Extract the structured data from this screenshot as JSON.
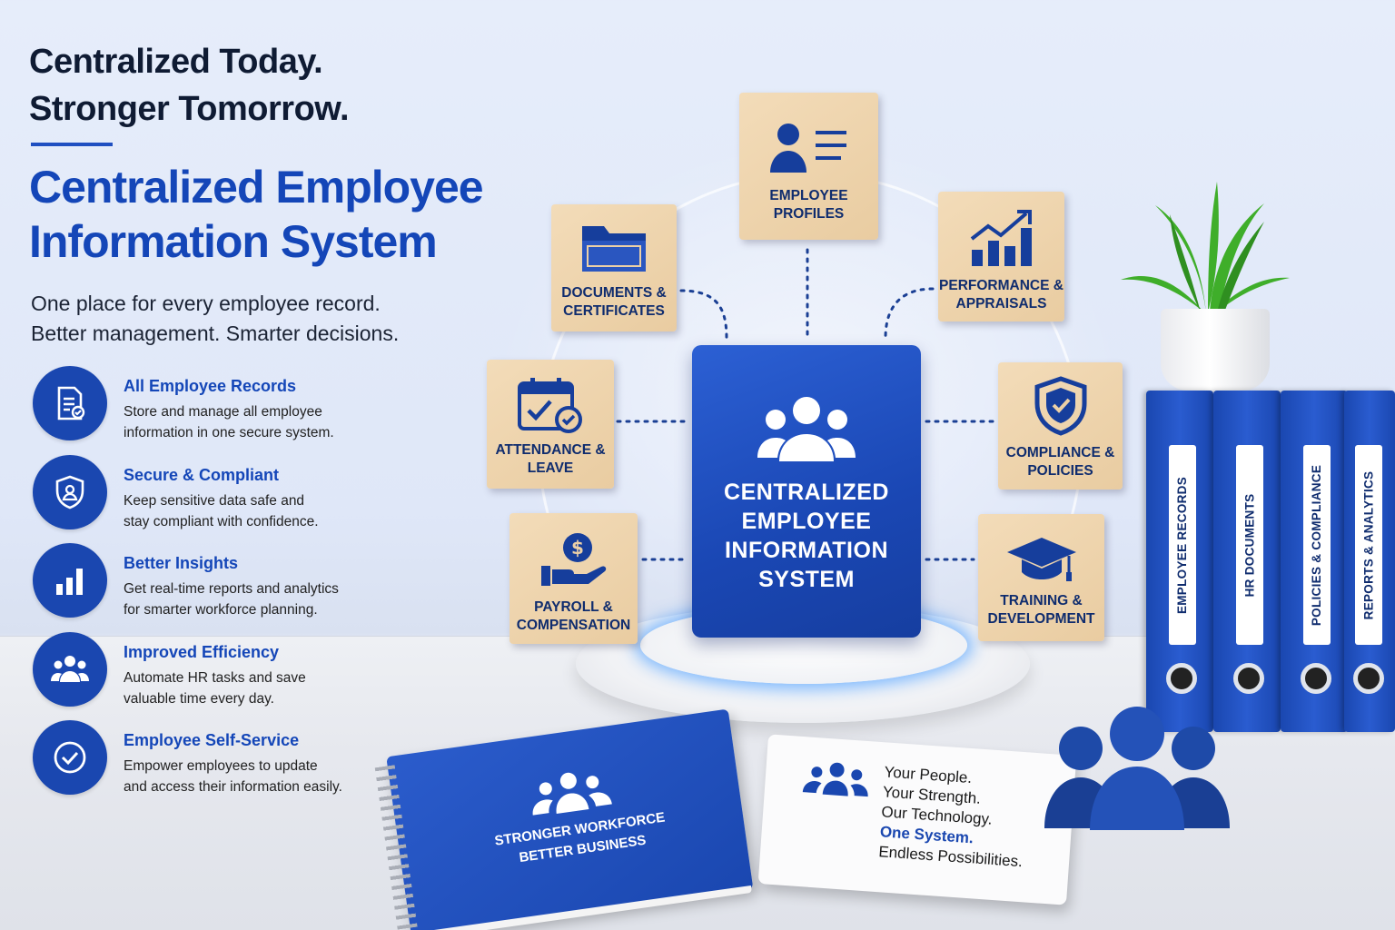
{
  "hero": {
    "headline_1": "Centralized Today.",
    "headline_2": "Stronger Tomorrow.",
    "title_1": "Centralized Employee",
    "title_2": "Information System",
    "subtitle_1": "One place for every employee record.",
    "subtitle_2": "Better management. Smarter decisions."
  },
  "features": [
    {
      "icon": "document-check-icon",
      "title": "All Employee Records",
      "desc_1": "Store and manage all employee",
      "desc_2": "information in one secure system."
    },
    {
      "icon": "shield-user-icon",
      "title": "Secure & Compliant",
      "desc_1": "Keep sensitive data safe and",
      "desc_2": "stay compliant with confidence."
    },
    {
      "icon": "bar-chart-icon",
      "title": "Better Insights",
      "desc_1": "Get real-time reports and analytics",
      "desc_2": "for smarter workforce planning."
    },
    {
      "icon": "team-icon",
      "title": "Improved Efficiency",
      "desc_1": "Automate HR tasks and save",
      "desc_2": "valuable time every day."
    },
    {
      "icon": "check-circle-icon",
      "title": "Employee Self-Service",
      "desc_1": "Empower employees to update",
      "desc_2": "and access their information easily."
    }
  ],
  "hub": {
    "line_1": "CENTRALIZED",
    "line_2": "EMPLOYEE",
    "line_3": "INFORMATION",
    "line_4": "SYSTEM"
  },
  "modules": {
    "profiles": {
      "line_1": "EMPLOYEE",
      "line_2": "PROFILES",
      "icon": "profile-card-icon"
    },
    "documents": {
      "line_1": "DOCUMENTS &",
      "line_2": "CERTIFICATES",
      "icon": "folder-icon"
    },
    "performance": {
      "line_1": "PERFORMANCE &",
      "line_2": "APPRAISALS",
      "icon": "growth-chart-icon"
    },
    "attendance": {
      "line_1": "ATTENDANCE &",
      "line_2": "LEAVE",
      "icon": "calendar-check-icon"
    },
    "compliance": {
      "line_1": "COMPLIANCE &",
      "line_2": "POLICIES",
      "icon": "shield-check-icon"
    },
    "payroll": {
      "line_1": "PAYROLL &",
      "line_2": "COMPENSATION",
      "icon": "hand-dollar-icon"
    },
    "training": {
      "line_1": "TRAINING &",
      "line_2": "DEVELOPMENT",
      "icon": "graduation-cap-icon"
    }
  },
  "binders": [
    "EMPLOYEE RECORDS",
    "HR DOCUMENTS",
    "POLICIES & COMPLIANCE",
    "REPORTS & ANALYTICS"
  ],
  "notebook": {
    "line_1": "STRONGER WORKFORCE",
    "line_2": "BETTER BUSINESS"
  },
  "card": {
    "line_1": "Your People.",
    "line_2": "Your Strength.",
    "line_3": "Our Technology.",
    "line_4": "One System.",
    "line_5": "Endless Possibilities."
  },
  "colors": {
    "brand_blue": "#1a47b0",
    "title_blue": "#1446b8",
    "wood": "#ecd0a6",
    "dark_text": "#0f1b33"
  }
}
